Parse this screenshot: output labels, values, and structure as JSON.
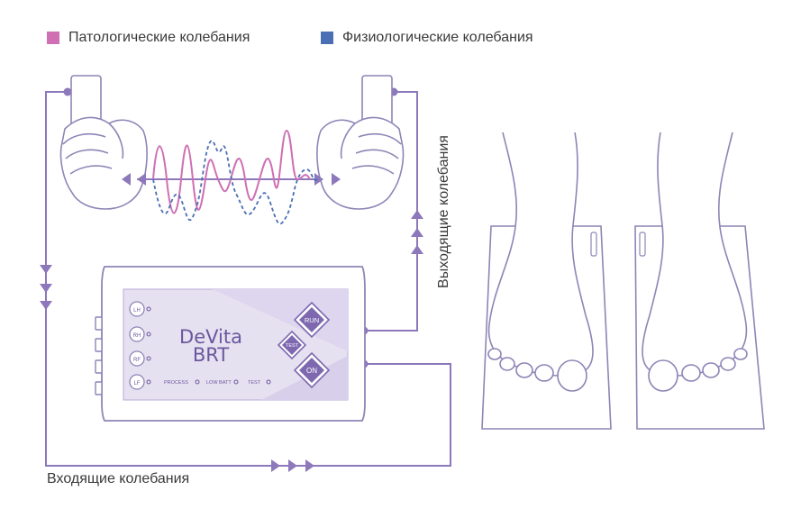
{
  "legend": {
    "pathological": {
      "label": "Патологические колебания",
      "color": "#cf6fb4"
    },
    "physiological": {
      "label": "Физиологические колебания",
      "color": "#4a6fb5"
    }
  },
  "labels": {
    "outgoing": "Выходящие колебания",
    "incoming": "Входящие колебания"
  },
  "device": {
    "brand_line1": "DeVita",
    "brand_line2": "BRT",
    "left_ports": [
      "LH",
      "RH",
      "RF",
      "LF"
    ],
    "indicators": [
      "PROCESS",
      "LOW BATT",
      "TEST"
    ],
    "buttons": {
      "run": "RUN",
      "test": "TEST",
      "on": "ON"
    }
  },
  "colors": {
    "line": "#8d78bb",
    "outline": "#8f84b6",
    "device_panel": "#e6e1f0",
    "button_fill": "#7e68b0",
    "brand": "#6b579e"
  }
}
